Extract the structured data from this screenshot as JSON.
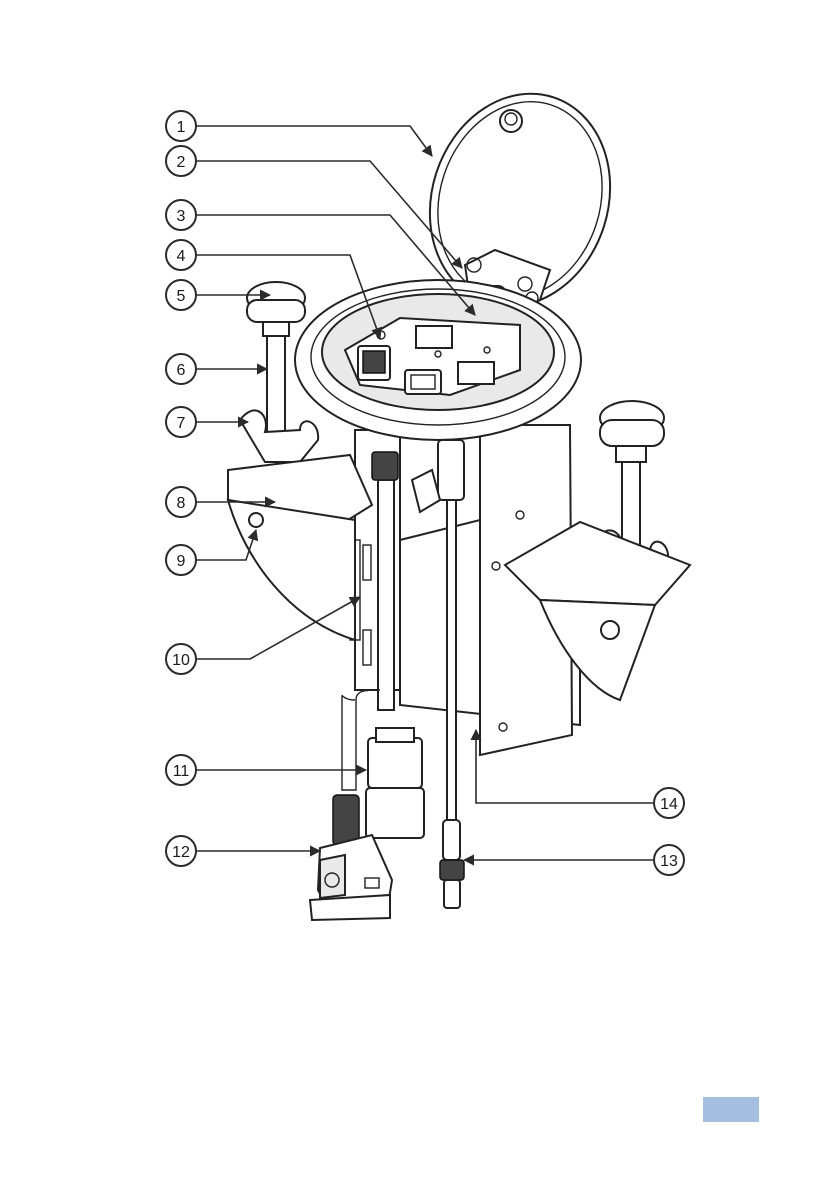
{
  "figure": {
    "callouts": [
      {
        "number": "1"
      },
      {
        "number": "2"
      },
      {
        "number": "3"
      },
      {
        "number": "4"
      },
      {
        "number": "5"
      },
      {
        "number": "6"
      },
      {
        "number": "7"
      },
      {
        "number": "8"
      },
      {
        "number": "9"
      },
      {
        "number": "10"
      },
      {
        "number": "11"
      },
      {
        "number": "12"
      },
      {
        "number": "13"
      },
      {
        "number": "14"
      }
    ]
  },
  "colors": {
    "page_tab": "#a6bedf",
    "line": "#222222"
  }
}
